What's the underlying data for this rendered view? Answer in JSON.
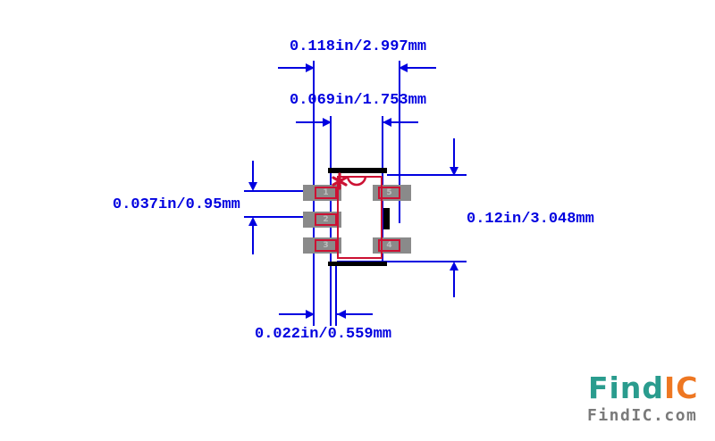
{
  "diagram": {
    "dimension_labels": {
      "pad_span_width": "0.118in/2.997mm",
      "body_width": "0.069in/1.753mm",
      "pad_pitch": "0.037in/0.95mm",
      "overall_height": "0.12in/3.048mm",
      "pad_width": "0.022in/0.559mm"
    },
    "pad_numbers": [
      "1",
      "2",
      "3",
      "4",
      "5"
    ],
    "icons": {
      "pin1_marker": "asterisk",
      "pin1_notch": "semicircle-arc"
    },
    "colors": {
      "dimension_blue": "#0000e0",
      "outline_red": "#cc1133",
      "pad_gray": "#8a8a8a",
      "pad_number_gray": "#bdbdbd",
      "body_black": "#000000"
    }
  },
  "branding": {
    "logo_part1": "Find",
    "logo_part2": "IC",
    "logo_domain": "FindIC.com",
    "colors": {
      "teal": "#2a9c8e",
      "orange": "#ee7722",
      "domain_gray": "#7a7a7a"
    }
  }
}
